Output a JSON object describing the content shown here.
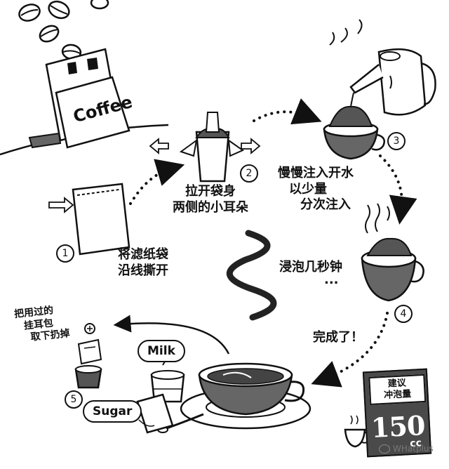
{
  "steps": [
    {
      "num": "1",
      "label_line1": "将滤纸袋",
      "label_line2": "沿线撕开"
    },
    {
      "num": "2",
      "label_line1": "拉开袋身",
      "label_line2": "两侧的小耳朵"
    },
    {
      "num": "3",
      "label_line1": "慢慢注入开水",
      "label_line2": "以少量",
      "label_line3": "分次注入"
    },
    {
      "num": "4",
      "label_line1": "浸泡几秒钟",
      "label_line2": "..."
    },
    {
      "num": "5",
      "label_line1": "把用过的",
      "label_line2": "挂耳包",
      "label_line3": "取下扔掉"
    }
  ],
  "done_label": "完成了！",
  "coffee_bag_text": "Coffee",
  "milk_label": "Milk",
  "sugar_label": "Sugar",
  "suggestion": {
    "title_line1": "建议",
    "title_line2": "冲泡量",
    "value": "150",
    "unit": "cc"
  },
  "watermark": "WHatplus",
  "icons": [
    "coffee-bean-icon",
    "coffee-bag-icon",
    "kettle-icon",
    "cup-icon",
    "milk-cup-icon",
    "sugar-packet-icon",
    "trash-cup-icon",
    "wechat-icon"
  ],
  "colors": {
    "ink": "#111111",
    "card": "#4a4a4a",
    "background": "#ffffff"
  }
}
